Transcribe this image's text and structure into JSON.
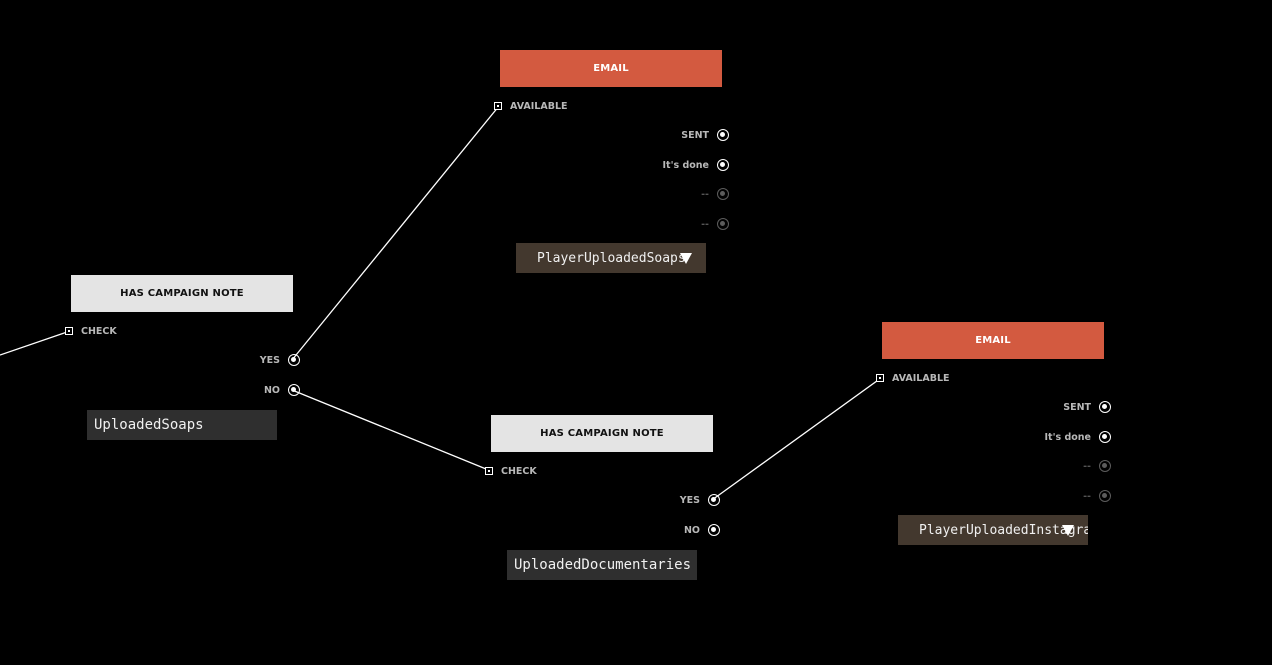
{
  "nodes": {
    "email_a": {
      "title": "EMAIL",
      "input_label": "AVAILABLE",
      "outputs": [
        "SENT",
        "It's done",
        "--",
        "--"
      ],
      "template_value": "PlayerUploadedSoaps"
    },
    "note_a": {
      "title": "HAS CAMPAIGN NOTE",
      "input_label": "CHECK",
      "outputs": [
        "YES",
        "NO"
      ],
      "note_value": "UploadedSoaps"
    },
    "note_b": {
      "title": "HAS CAMPAIGN NOTE",
      "input_label": "CHECK",
      "outputs": [
        "YES",
        "NO"
      ],
      "note_value": "UploadedDocumentaries"
    },
    "email_b": {
      "title": "EMAIL",
      "input_label": "AVAILABLE",
      "outputs": [
        "SENT",
        "It's done",
        "--",
        "--"
      ],
      "template_value": "PlayerUploadedInstagram"
    }
  },
  "colors": {
    "background": "#000000",
    "email_header": "#d35a40",
    "note_header": "#e4e4e4",
    "wire": "#ffffff",
    "select_field": "#43382e",
    "note_field": "#2f2f2f"
  }
}
